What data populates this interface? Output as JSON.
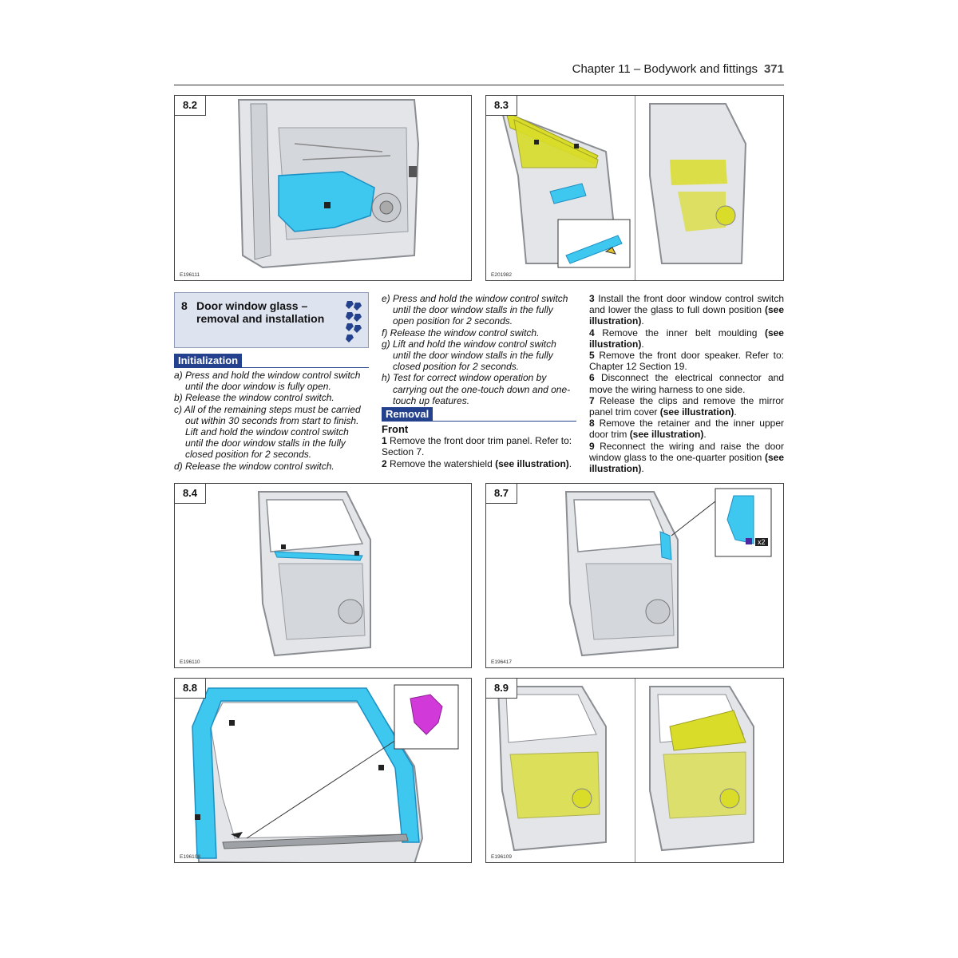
{
  "header": {
    "chapter": "Chapter 11 – Bodywork and fittings",
    "page_number": "371"
  },
  "figures": {
    "f82": {
      "label": "8.2",
      "code": "E196111"
    },
    "f83": {
      "label": "8.3",
      "code": "E201982"
    },
    "f84": {
      "label": "8.4",
      "code": "E196110"
    },
    "f87": {
      "label": "8.7",
      "code": "E196417",
      "badge": "x2"
    },
    "f88": {
      "label": "8.8",
      "code": "E196108"
    },
    "f89": {
      "label": "8.9",
      "code": "E196109"
    }
  },
  "section": {
    "number": "8",
    "title": "Door window glass – removal and installation"
  },
  "initialization": {
    "heading": "Initialization",
    "steps": [
      "a) Press and hold the window control switch until the door window is fully open.",
      "b) Release the window control switch.",
      "c) All of the remaining steps must be carried out within 30 seconds from start to finish. Lift and hold the window control switch until the door window stalls in the fully closed position for 2 seconds.",
      "d) Release the window control switch."
    ]
  },
  "col2": {
    "steps": [
      "e) Press and hold the window control switch until the door window stalls in the fully open position for 2 seconds.",
      "f) Release the window control switch.",
      "g) Lift and hold the window control switch until the door window stalls in the fully closed position for 2 seconds.",
      "h) Test for correct window operation by carrying out the one-touch down and one-touch up features."
    ],
    "removal_heading": "Removal",
    "front_heading": "Front",
    "s1": {
      "num": "1",
      "text": "Remove the front door trim panel. Refer to: Section 7."
    },
    "s2": {
      "num": "2",
      "text": "Remove the watershield",
      "ref": "(see illustration)",
      "end": "."
    }
  },
  "col3": {
    "s3": {
      "num": "3",
      "text": "Install the front door window control switch and lower the glass to full down position",
      "ref": "(see illustration)",
      "end": "."
    },
    "s4": {
      "num": "4",
      "text": "Remove the inner belt moulding",
      "ref": "(see illustration)",
      "end": "."
    },
    "s5": {
      "num": "5",
      "text": "Remove the front door speaker. Refer to: Chapter 12 Section 19."
    },
    "s6": {
      "num": "6",
      "text": "Disconnect the electrical connector and move the wiring harness to one side."
    },
    "s7": {
      "num": "7",
      "text": "Release the clips and remove the mirror panel trim cover",
      "ref": "(see illustration)",
      "end": "."
    },
    "s8": {
      "num": "8",
      "text": "Remove the retainer and the inner upper door trim",
      "ref": "(see illustration)",
      "end": "."
    },
    "s9": {
      "num": "9",
      "text": "Reconnect the wiring and raise the door window glass to the one-quarter position",
      "ref": "(see illustration)",
      "end": "."
    }
  },
  "colors": {
    "cyan": "#3fc8ef",
    "yellow": "#d9dd2a",
    "magenta": "#d13ad8",
    "band": "#23418d",
    "box": "#dde3ef"
  }
}
